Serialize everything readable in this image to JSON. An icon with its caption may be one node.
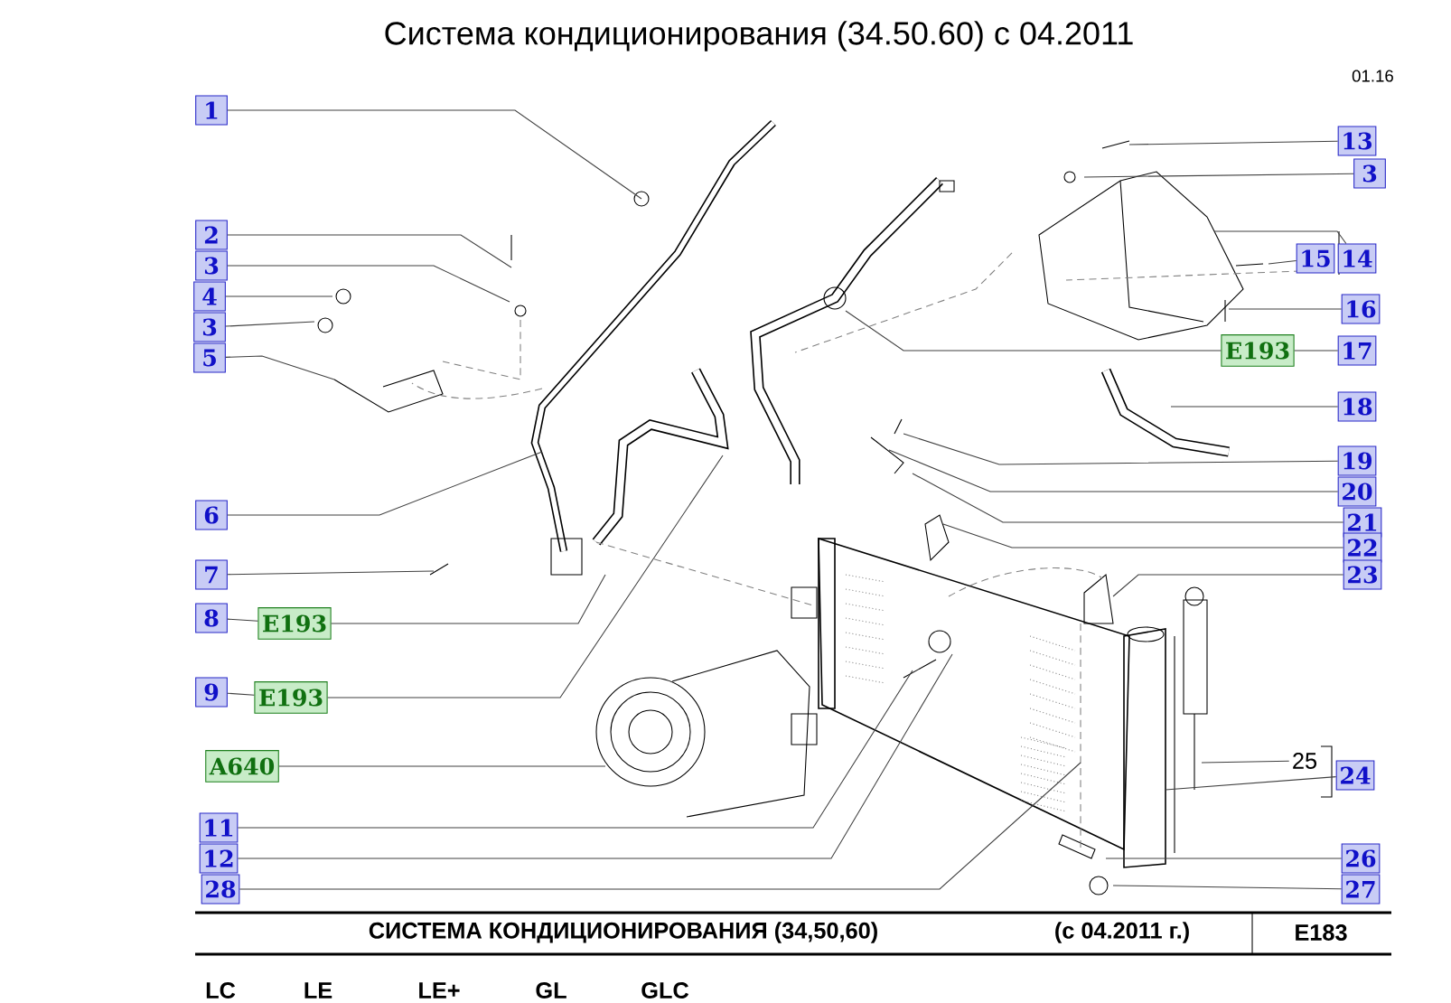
{
  "diagram": {
    "title": "Система кондиционирования (34.50.60) с 04.2011",
    "nodes": [
      {
        "text": [
          "1"
        ]
      },
      {
        "text": [
          "2"
        ]
      },
      {
        "text": [
          "3"
        ]
      },
      {
        "text": [
          "4"
        ]
      },
      {
        "text": [
          "3"
        ]
      },
      {
        "text": [
          "5"
        ]
      },
      {
        "text": [
          "6"
        ]
      },
      {
        "text": [
          "7"
        ]
      },
      {
        "text": [
          "8"
        ]
      },
      {
        "text": [
          "E193"
        ]
      },
      {
        "text": [
          "9"
        ]
      },
      {
        "text": [
          "E193"
        ]
      },
      {
        "text": [
          "A640"
        ]
      },
      {
        "text": [
          "11"
        ]
      },
      {
        "text": [
          "12"
        ]
      },
      {
        "text": [
          "28"
        ]
      },
      {
        "text": [
          "13"
        ]
      },
      {
        "text": [
          "3"
        ]
      },
      {
        "text": [
          "15"
        ]
      },
      {
        "text": [
          "14"
        ]
      },
      {
        "text": [
          "16"
        ]
      },
      {
        "text": [
          "E193"
        ]
      },
      {
        "text": [
          "17"
        ]
      },
      {
        "text": [
          "18"
        ]
      },
      {
        "text": [
          "19"
        ]
      },
      {
        "text": [
          "20"
        ]
      },
      {
        "text": [
          "21"
        ]
      },
      {
        "text": [
          "22"
        ]
      },
      {
        "text": [
          "23"
        ]
      },
      {
        "text": [
          "25"
        ]
      },
      {
        "text": [
          "24"
        ]
      },
      {
        "text": [
          "26"
        ]
      },
      {
        "text": [
          "27"
        ]
      }
    ],
    "edges": [
      {
        "from": 0,
        "to": null,
        "arrow": "none"
      },
      {
        "from": 1,
        "to": null,
        "arrow": "none"
      },
      {
        "from": 2,
        "to": null,
        "arrow": "none"
      },
      {
        "from": 3,
        "to": null,
        "arrow": "none"
      },
      {
        "from": 4,
        "to": null,
        "arrow": "none"
      },
      {
        "from": 5,
        "to": null,
        "arrow": "none"
      },
      {
        "from": 6,
        "to": null,
        "arrow": "none"
      },
      {
        "from": 7,
        "to": null,
        "arrow": "none"
      },
      {
        "from": 8,
        "to": 9,
        "arrow": "none"
      },
      {
        "from": 9,
        "to": null,
        "arrow": "none"
      },
      {
        "from": 10,
        "to": 11,
        "arrow": "none"
      },
      {
        "from": 11,
        "to": null,
        "arrow": "none"
      },
      {
        "from": 12,
        "to": null,
        "arrow": "none"
      },
      {
        "from": 13,
        "to": null,
        "arrow": "none"
      },
      {
        "from": 14,
        "to": null,
        "arrow": "none"
      },
      {
        "from": 15,
        "to": null,
        "arrow": "none"
      },
      {
        "from": 16,
        "to": null,
        "arrow": "none"
      },
      {
        "from": 17,
        "to": null,
        "arrow": "none"
      },
      {
        "from": 18,
        "to": null,
        "arrow": "none"
      },
      {
        "from": 19,
        "to": null,
        "arrow": "none"
      },
      {
        "from": 20,
        "to": null,
        "arrow": "none"
      },
      {
        "from": 21,
        "to": null,
        "arrow": "none"
      },
      {
        "from": 21,
        "to": 22,
        "arrow": "none"
      },
      {
        "from": 23,
        "to": null,
        "arrow": "none"
      },
      {
        "from": 24,
        "to": null,
        "arrow": "none"
      },
      {
        "from": 25,
        "to": null,
        "arrow": "none"
      },
      {
        "from": 26,
        "to": null,
        "arrow": "none"
      },
      {
        "from": 27,
        "to": null,
        "arrow": "none"
      },
      {
        "from": 28,
        "to": null,
        "arrow": "none"
      },
      {
        "from": 29,
        "to": null,
        "arrow": "none"
      },
      {
        "from": 30,
        "to": null,
        "arrow": "none"
      },
      {
        "from": 31,
        "to": null,
        "arrow": "none"
      },
      {
        "from": 32,
        "to": null,
        "arrow": "none"
      }
    ],
    "labels": [
      "01.16",
      "СИСТЕМА  КОНДИЦИОНИРОВАНИЯ  (34,50,60)",
      "(с 04.2011 г.)",
      "E183",
      "LC",
      "LE",
      "LE+",
      "GL",
      "GLC"
    ]
  }
}
